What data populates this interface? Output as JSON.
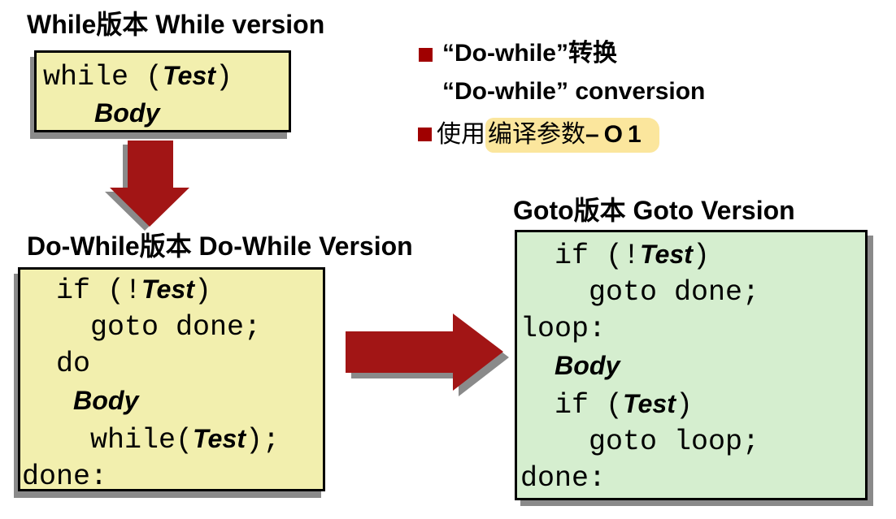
{
  "slide": {
    "colors": {
      "bg_white": "#FFFFFF",
      "text_black": "#000000",
      "box_yellow": "#F2EFAE",
      "box_green": "#D5EECF",
      "box_border": "#000000",
      "shadow_gray": "#8A8A8A",
      "arrow_red": "#A21515",
      "bullet_red": "#A00000",
      "highlight_yellow": "#FBE69D"
    }
  },
  "titles": {
    "while_version": "While版本 While version",
    "dowhile_version": "Do-While版本 Do-While Version",
    "goto_version": "Goto版本 Goto Version"
  },
  "bullets": {
    "item1": {
      "line1_zh": "“Do-while”转换",
      "line2_en": "“Do-while” conversion"
    },
    "item2": {
      "prefix": "使用",
      "highlight_text": "编译参数",
      "highlight_flag": "–O1"
    }
  },
  "code_boxes": {
    "while_version": {
      "lines": [
        [
          {
            "t": "mono",
            "s": "while ("
          },
          {
            "t": "var",
            "s": "Test"
          },
          {
            "t": "mono",
            "s": ")"
          }
        ],
        [
          {
            "t": "mono",
            "s": "   "
          },
          {
            "t": "var",
            "s": "Body"
          }
        ]
      ]
    },
    "dowhile_version": {
      "lines": [
        [
          {
            "t": "mono",
            "s": "  if (!"
          },
          {
            "t": "var",
            "s": "Test"
          },
          {
            "t": "mono",
            "s": ")"
          }
        ],
        [
          {
            "t": "mono",
            "s": "    goto done;"
          }
        ],
        [
          {
            "t": "mono",
            "s": "  do"
          }
        ],
        [
          {
            "t": "mono",
            "s": "   "
          },
          {
            "t": "var",
            "s": "Body"
          }
        ],
        [
          {
            "t": "mono",
            "s": "    while("
          },
          {
            "t": "var",
            "s": "Test"
          },
          {
            "t": "mono",
            "s": ");"
          }
        ],
        [
          {
            "t": "mono",
            "s": "done:"
          }
        ]
      ]
    },
    "goto_version": {
      "lines": [
        [
          {
            "t": "mono",
            "s": "  if (!"
          },
          {
            "t": "var",
            "s": "Test"
          },
          {
            "t": "mono",
            "s": ")"
          }
        ],
        [
          {
            "t": "mono",
            "s": "    goto done;"
          }
        ],
        [
          {
            "t": "mono",
            "s": "loop:"
          }
        ],
        [
          {
            "t": "mono",
            "s": "  "
          },
          {
            "t": "var",
            "s": "Body"
          }
        ],
        [
          {
            "t": "mono",
            "s": "  if ("
          },
          {
            "t": "var",
            "s": "Test"
          },
          {
            "t": "mono",
            "s": ")"
          }
        ],
        [
          {
            "t": "mono",
            "s": "    goto loop;"
          }
        ],
        [
          {
            "t": "mono",
            "s": "done:"
          }
        ]
      ]
    }
  }
}
